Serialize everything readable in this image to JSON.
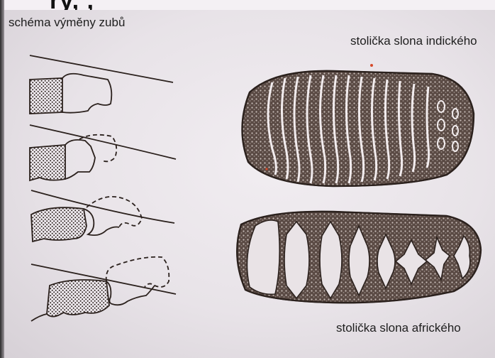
{
  "top_cropped_text": "ry, ,",
  "scheme": {
    "title": "schéma výměny zubů",
    "stage_count": 4
  },
  "molars": {
    "indian_caption": "stolička slona indického",
    "african_caption": "stolička slona afrického"
  },
  "colors": {
    "paper": "#ebe6eb",
    "ink": "#2b211d",
    "tooth_fill": "#d9cfca"
  }
}
